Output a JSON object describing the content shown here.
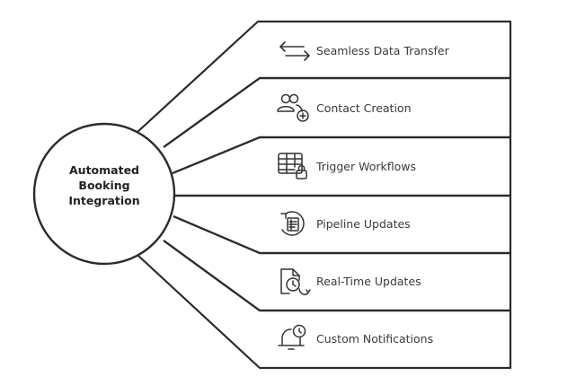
{
  "hub": {
    "title_lines": [
      "Automated",
      "Booking",
      "Integration"
    ]
  },
  "items": [
    {
      "label": "Seamless Data Transfer",
      "icon": "arrows-exchange-icon"
    },
    {
      "label": "Contact Creation",
      "icon": "add-contact-icon"
    },
    {
      "label": "Trigger Workflows",
      "icon": "locked-table-icon"
    },
    {
      "label": "Pipeline Updates",
      "icon": "refresh-document-icon"
    },
    {
      "label": "Real-Time Updates",
      "icon": "clock-document-icon"
    },
    {
      "label": "Custom Notifications",
      "icon": "alarm-bell-icon"
    }
  ],
  "colors": {
    "stroke": "#2b2b2b",
    "text": "#3a3a3a",
    "background": "#ffffff"
  }
}
